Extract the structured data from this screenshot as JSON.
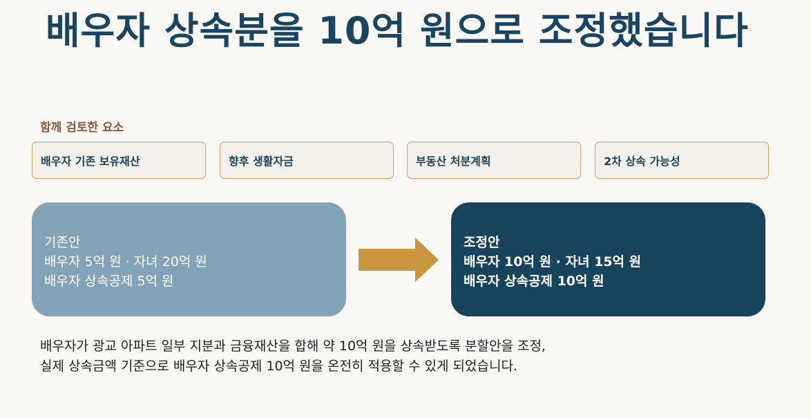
{
  "title": "배우자 상속분을 10억 원으로 조정했습니다",
  "factors_label": "함께 검토한 요소",
  "factors": [
    "배우자 기존 보유재산",
    "향후 생활자금",
    "부동산 처분계획",
    "2차 상속 가능성"
  ],
  "original": {
    "heading": "기존안",
    "line1": "배우자 5억 원 · 자녀 20억 원",
    "line2": "배우자 상속공제 5억 원"
  },
  "adjusted": {
    "heading": "조정안",
    "line1": "배우자 10억 원 · 자녀 15억 원",
    "line2": "배우자 상속공제 10억 원"
  },
  "summary": {
    "line1": "배우자가 광교 아파트 일부 지분과 금융재산을 합해 약 10억 원을 상속받도록 분할안을 조정,",
    "line2": "실제 상속금액 기준으로 배우자 상속공제 10억 원을 온전히 적용할 수 있게 되었습니다."
  },
  "colors": {
    "title": "#1a4560",
    "label": "#8a5a3c",
    "factor_border": "#d4a25a",
    "original_box": "#82a3b8",
    "adjusted_box": "#18435c",
    "arrow": "#c8973e"
  },
  "icons": {
    "arrow": "right-arrow-icon"
  }
}
